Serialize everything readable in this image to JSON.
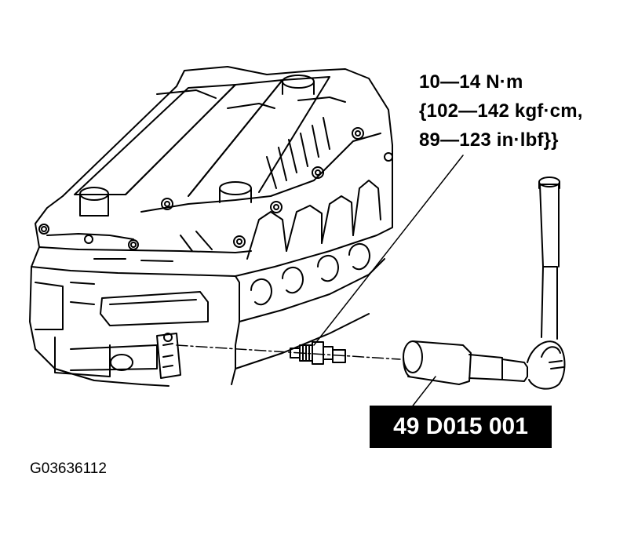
{
  "torque_spec": {
    "line1": "10—14 N·m",
    "line2": "{102—142 kgf·cm,",
    "line3": "89—123 in·lbf}}"
  },
  "tool_number": "49 D015 001",
  "figure_id": "G03636112",
  "colors": {
    "ink": "#000000",
    "paper": "#ffffff",
    "label_box": "#000000",
    "label_text": "#ffffff"
  }
}
